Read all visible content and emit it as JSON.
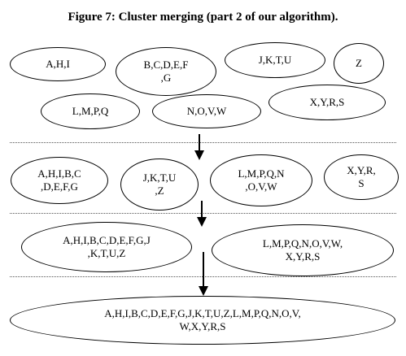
{
  "title": "Figure 7: Cluster merging (part 2 of our algorithm).",
  "stages": [
    {
      "clusters": [
        "A,H,I",
        "B,C,D,E,F\n,G",
        "J,K,T,U",
        "Z",
        "L,M,P,Q",
        "N,O,V,W",
        "X,Y,R,S"
      ]
    },
    {
      "clusters": [
        "A,H,I,B,C\n,D,E,F,G",
        "J,K,T,U\n,Z",
        "L,M,P,Q,N\n,O,V,W",
        "X,Y,R,\nS"
      ]
    },
    {
      "clusters": [
        "A,H,I,B,C,D,E,F,G,J\n,K,T,U,Z",
        "L,M,P,Q,N,O,V,W,\nX,Y,R,S"
      ]
    },
    {
      "clusters": [
        "A,H,I,B,C,D,E,F,G,J,K,T,U,Z,L,M,P,Q,N,O,V,\nW,X,Y,R,S"
      ]
    }
  ]
}
